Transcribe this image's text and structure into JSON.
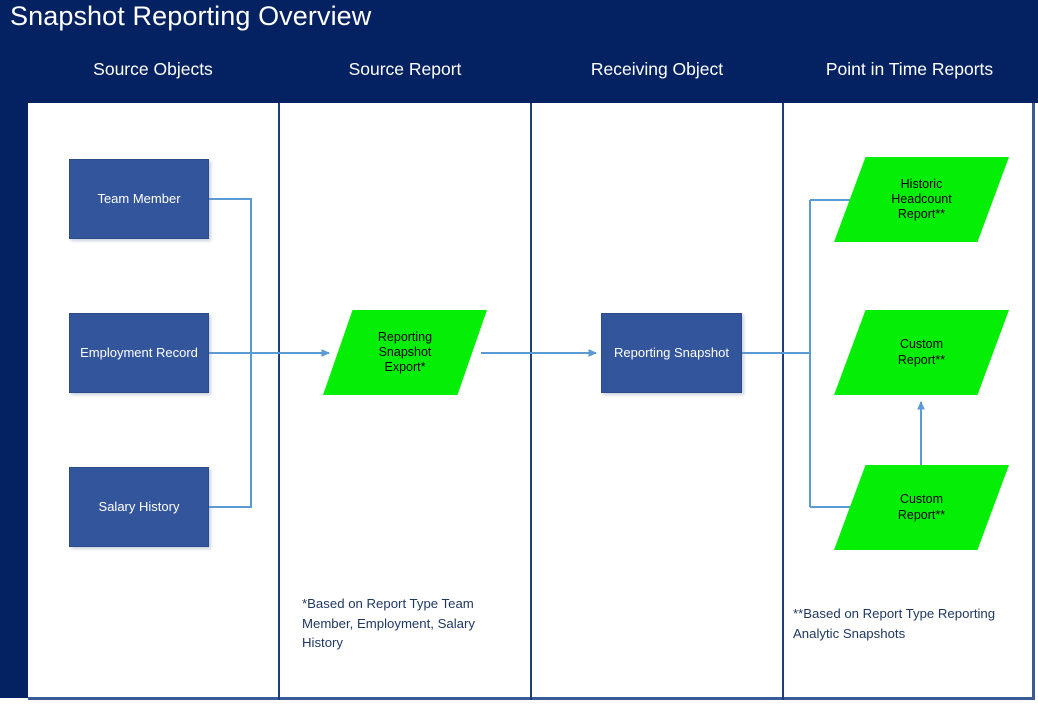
{
  "header": {
    "title": "Snapshot Reporting Overview",
    "background_color": "#042162",
    "title_color": "#ffffff"
  },
  "columns": [
    {
      "id": "source-objects",
      "label": "Source Objects"
    },
    {
      "id": "source-report",
      "label": "Source Report"
    },
    {
      "id": "receiving-object",
      "label": "Receiving Object"
    },
    {
      "id": "point-in-time-reports",
      "label": "Point in Time Reports"
    }
  ],
  "nodes": {
    "team_member": "Team Member",
    "employment_record": "Employment Record",
    "salary_history": "Salary History",
    "reporting_snapshot_export": "Reporting\nSnapshot\nExport*",
    "reporting_snapshot": "Reporting Snapshot",
    "historic_headcount_report": "Historic\nHeadcount\nReport**",
    "custom_report_middle": "Custom\nReport**",
    "custom_report_bottom": "Custom\nReport**"
  },
  "footnotes": {
    "single_star": "*Based on Report Type Team Member, Employment, Salary History",
    "double_star": "**Based on Report Type Reporting Analytic Snapshots"
  },
  "colors": {
    "navy": "#042162",
    "box_blue": "#33559c",
    "bright_green": "#05ee05",
    "connector_blue": "#5b9bd5",
    "divider_blue": "#1d3f78",
    "frame_blue": "#3a5a98",
    "footnote_text": "#1f3864"
  }
}
